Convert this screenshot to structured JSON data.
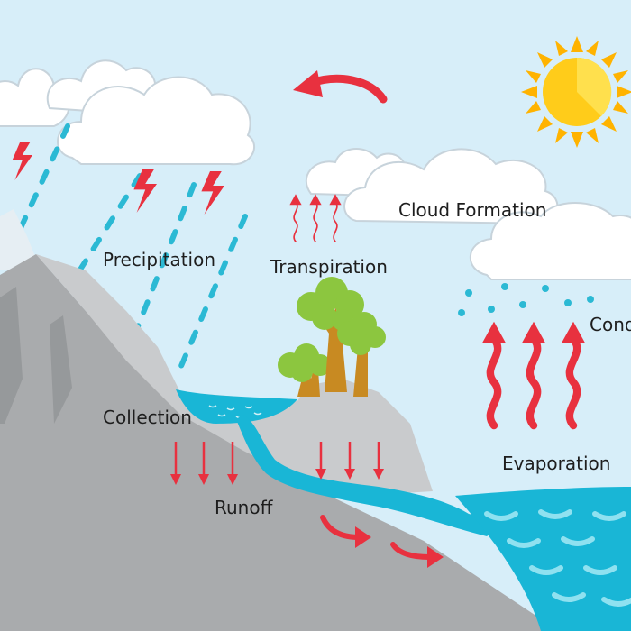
{
  "labels": {
    "cloud_formation": "Cloud Formation",
    "precipitation": "Precipitation",
    "transpiration": "Transpiration",
    "collection": "Collection",
    "runoff": "Runoff",
    "evaporation": "Evaporation",
    "condensation_partial": "Cond"
  },
  "colors": {
    "sky": "#d7eef9",
    "cloud": "#ffffff",
    "mountain": "#a9abad",
    "hill": "#c9cbcd",
    "water": "#19b6d6",
    "rain": "#2bb9d4",
    "arrow": "#e8313f",
    "sun": "#ffcc1a",
    "sun_rays": "#ffb300",
    "tree_leaf": "#8cc63f",
    "tree_trunk": "#c88a22"
  },
  "icons": [
    "sun-icon",
    "lightning-icon",
    "tree-icon",
    "wavy-arrow-icon",
    "curved-arrow-icon"
  ]
}
